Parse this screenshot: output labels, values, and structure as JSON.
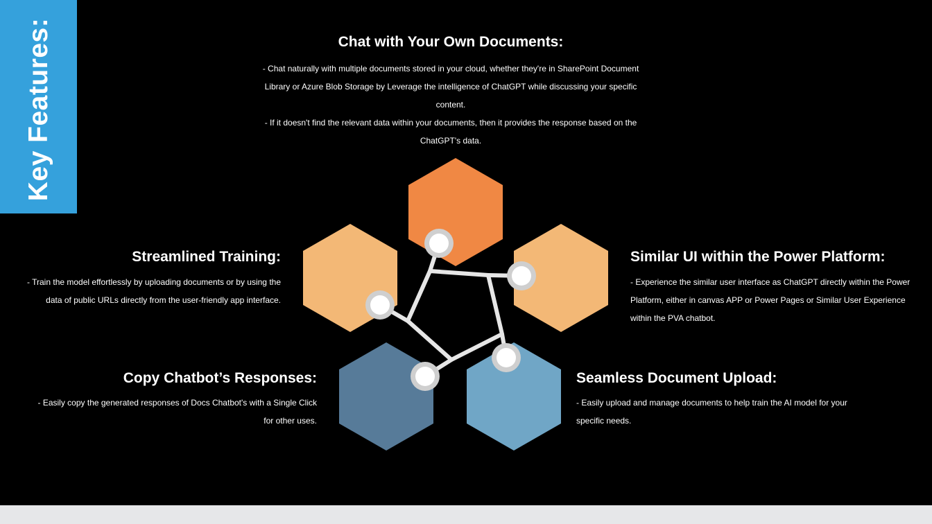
{
  "banner": {
    "title": "Key Features:",
    "color": "#35a1dc"
  },
  "colors": {
    "background": "#000000",
    "hex_top": "#f08844",
    "hex_left": "#f3b876",
    "hex_right": "#f3b876",
    "hex_bottom_left": "#577b99",
    "hex_bottom_right": "#70a6c6",
    "connector": "#e6e6e6"
  },
  "features": {
    "top": {
      "title": "Chat with Your Own Documents:",
      "lines": [
        "- Chat naturally with multiple documents stored in your cloud, whether they're in SharePoint Document",
        "Library or Azure Blob Storage by Leverage the intelligence of ChatGPT while discussing your specific",
        "content.",
        "- If it doesn't find the relevant data within your documents, then it provides the response based on the",
        "ChatGPT's data."
      ]
    },
    "left": {
      "title": "Streamlined Training:",
      "lines": [
        "- Train the model effortlessly by uploading documents or by using the",
        "data of public URLs directly from the user-friendly app interface."
      ]
    },
    "right": {
      "title": "Similar UI within the Power Platform:",
      "lines": [
        "- Experience the similar user interface as ChatGPT directly within the Power",
        "Platform, either in canvas APP or Power Pages or Similar User Experience",
        "within the PVA chatbot."
      ]
    },
    "bottom_left": {
      "title": "Copy Chatbot’s Responses:",
      "lines": [
        "- Easily copy the generated responses of Docs Chatbot's with a Single Click",
        "for other uses."
      ]
    },
    "bottom_right": {
      "title": "Seamless Document Upload:",
      "lines": [
        "- Easily upload and manage documents to help train the AI model for your",
        "specific needs."
      ]
    }
  }
}
